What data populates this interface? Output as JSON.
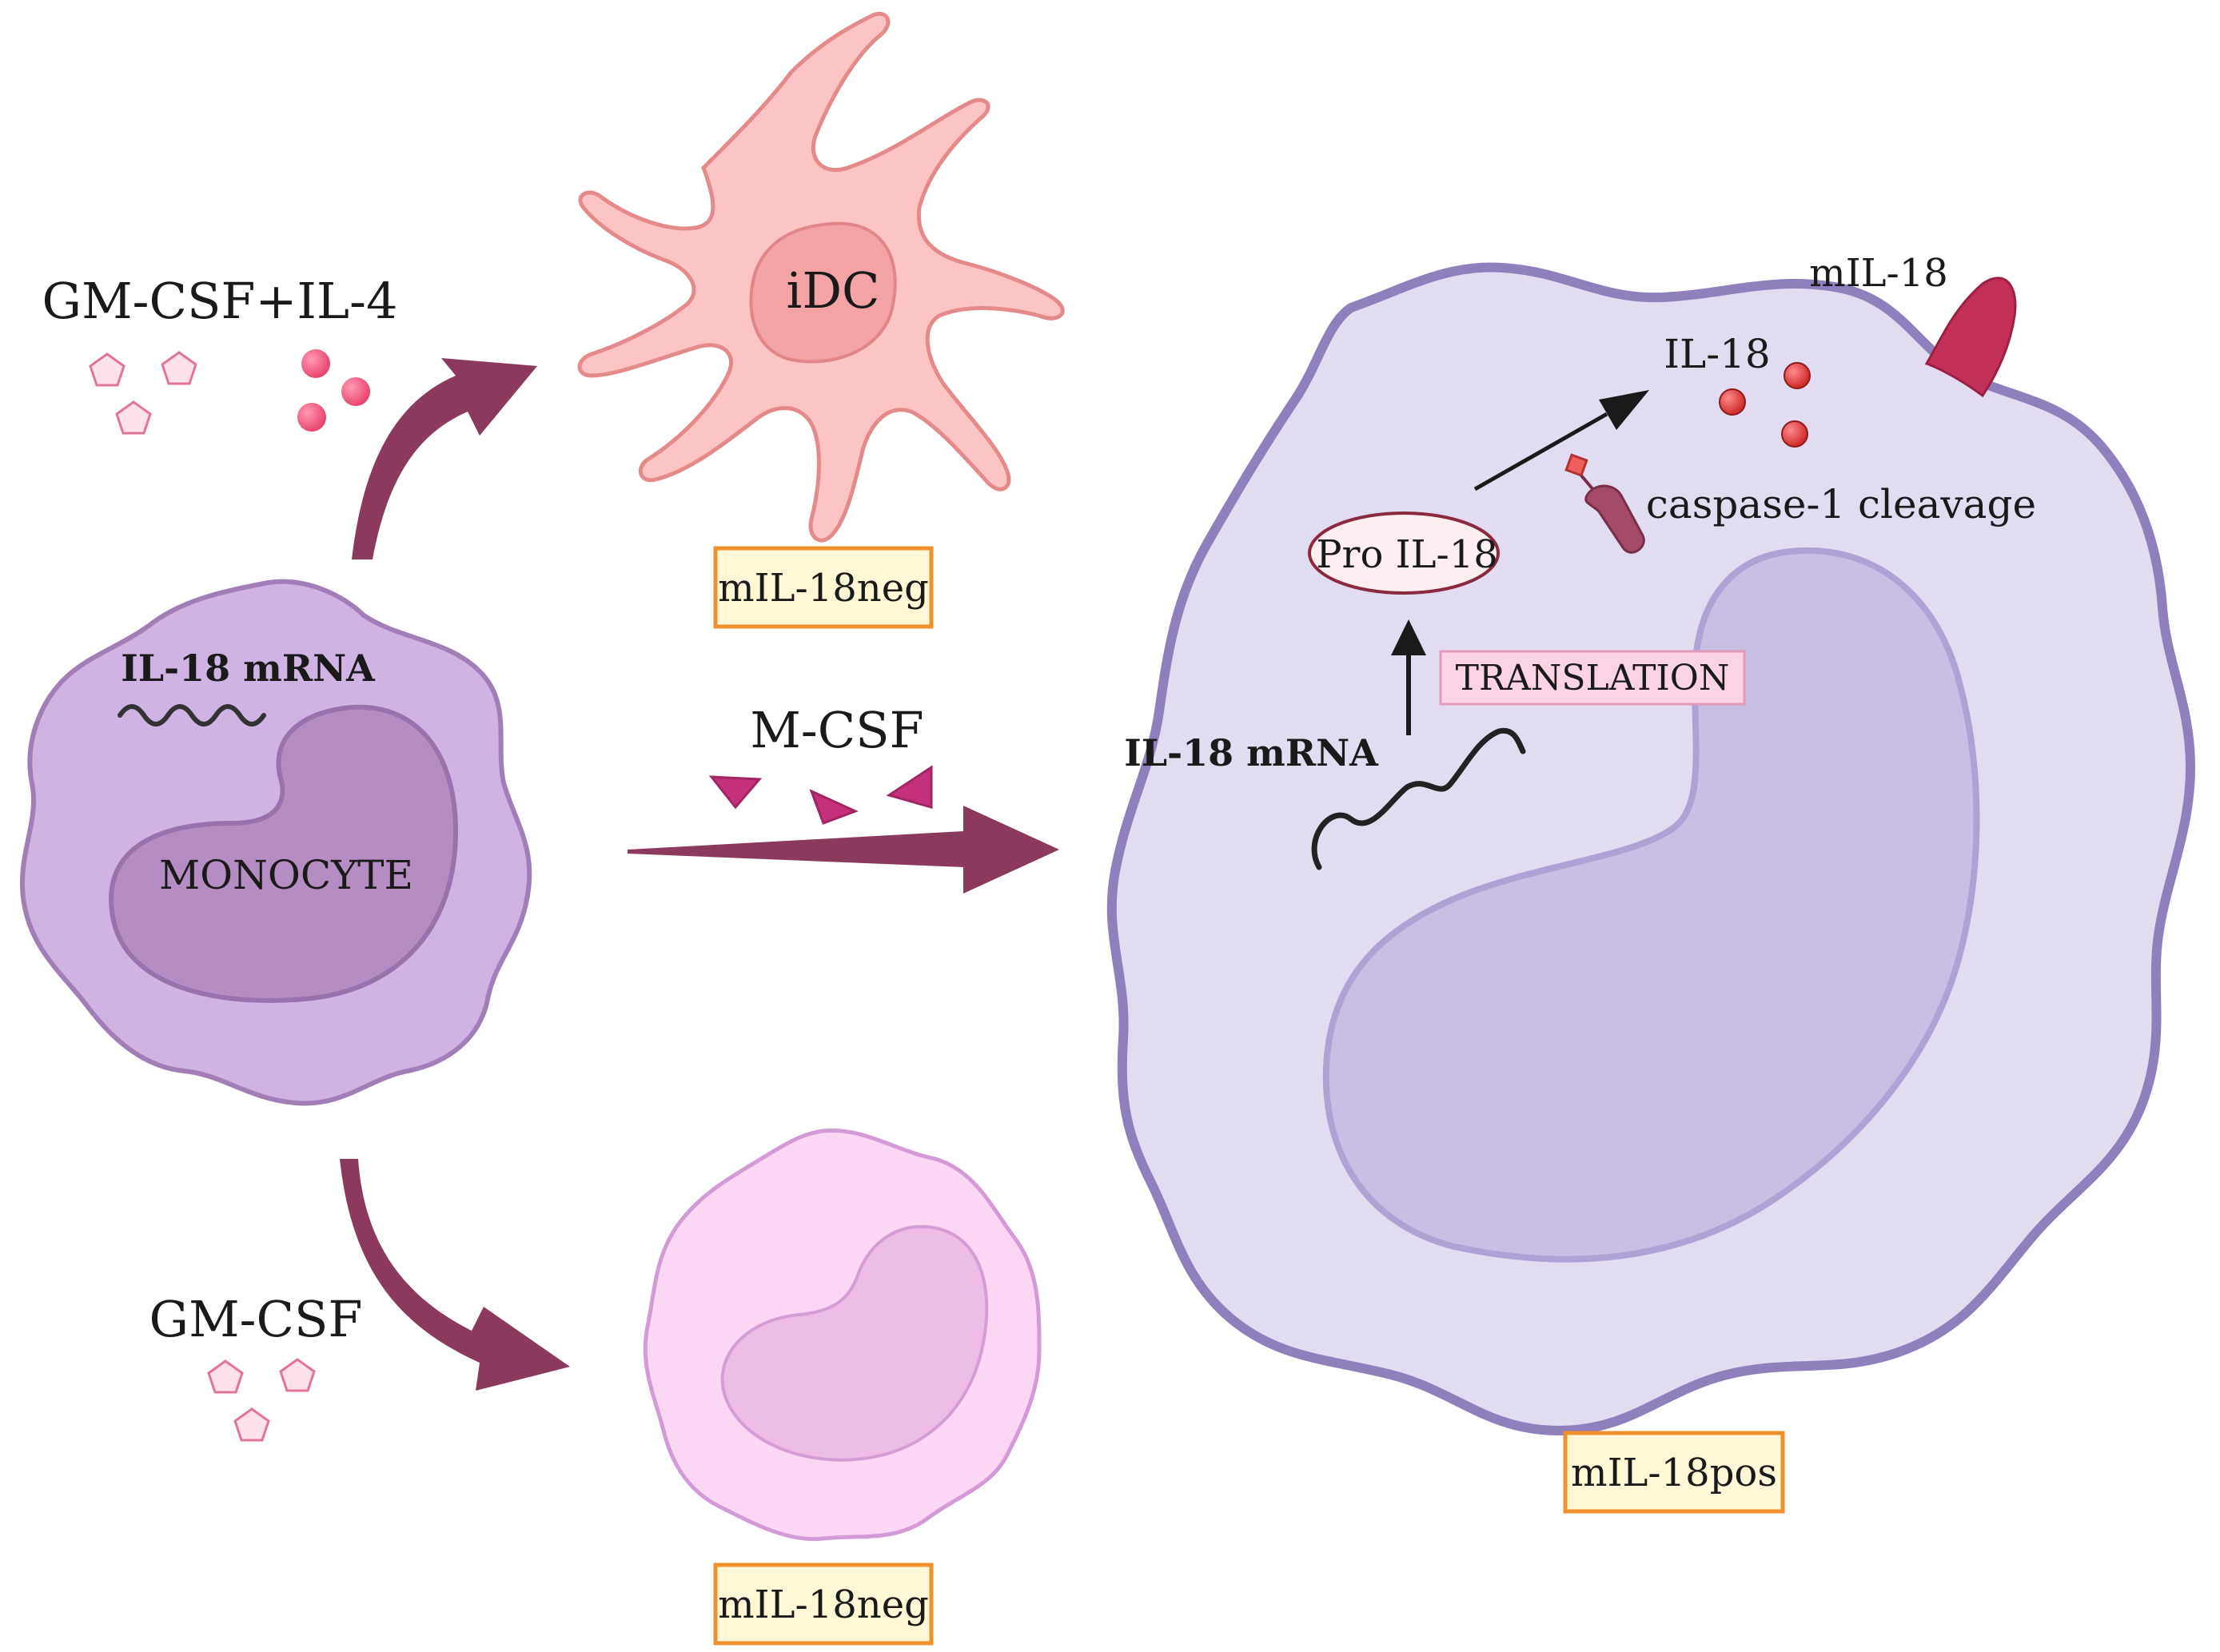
{
  "monocyte": {
    "label": "MONOCYTE",
    "mrna_label": "IL-18 mRNA"
  },
  "top_path": {
    "stimulus": "GM-CSF+IL-4",
    "cell_label": "iDC",
    "status": "mIL-18neg"
  },
  "middle_path": {
    "stimulus": "M-CSF"
  },
  "bottom_path": {
    "stimulus": "GM-CSF",
    "status": "mIL-18neg"
  },
  "macrophage": {
    "mrna_label": "IL-18 mRNA",
    "translation_label": "TRANSLATION",
    "pro_label": "Pro IL-18",
    "il18_label": "IL-18",
    "caspase_label": "caspase-1 cleavage",
    "membrane_label": "mIL-18",
    "status": "mIL-18pos"
  },
  "colors": {
    "arrow": "#8b3a5e",
    "monocyte_body": "#cfb3e3",
    "monocyte_nucleus": "#b48dc2",
    "idc_body": "#fcc4c4",
    "gm_cell_body": "#fbd7f3",
    "macrophage_body": "#e2dcf1",
    "macrophage_outline": "#8f80bd",
    "status_border": "#f0902c",
    "status_fill": "#fff7d6",
    "il18_dot": "#c01f2c",
    "membrane_il18": "#c2305a"
  }
}
